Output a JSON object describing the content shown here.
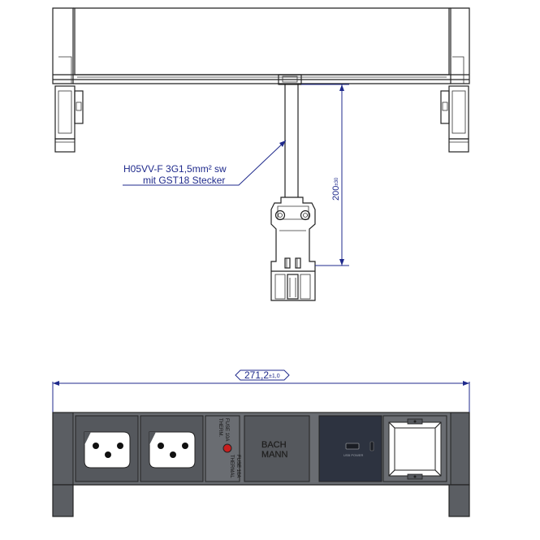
{
  "cable_note": {
    "line1": "H05VV-F 3G1,5mm² sw",
    "line2": "mit  GST18 Stecker"
  },
  "cable_length": {
    "value": "200",
    "tolerance": "±30"
  },
  "overall_width": {
    "value": "271,2",
    "tolerance": "±1,0"
  },
  "breaker_module": {
    "label_left": "THERM.",
    "label_left_2": "FUSE 10A",
    "label_right": "THERMAL",
    "label_right_2": "FUSE 10A"
  },
  "brand_module": {
    "line1": "BACH",
    "line2": "MANN"
  },
  "usb_module": {
    "label": "USB POWER"
  },
  "colors": {
    "dimension": "#1f2a8c",
    "body": "#5b5e63",
    "module_dark": "#4a4d52",
    "usb_panel": "#2d3340"
  }
}
